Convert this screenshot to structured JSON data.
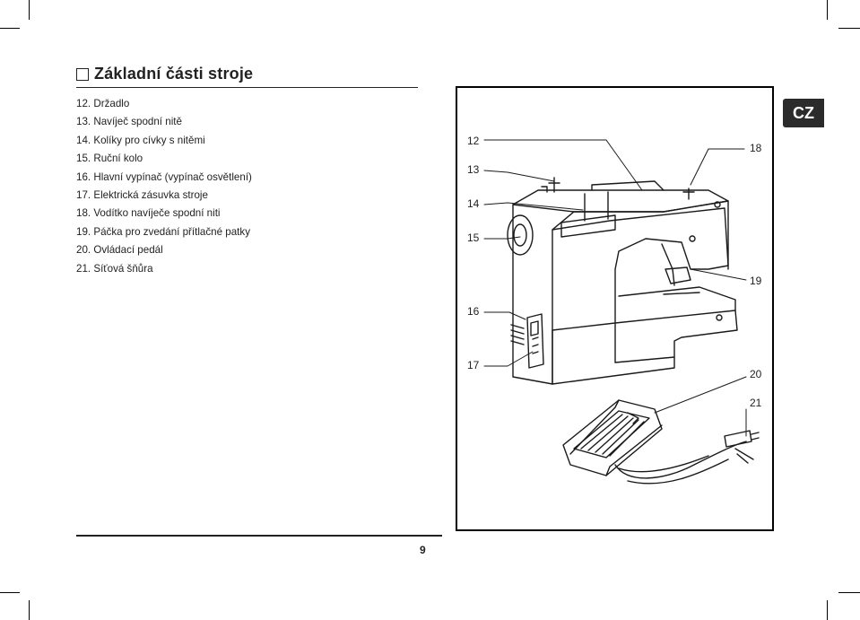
{
  "section": {
    "title": "Základní části stroje"
  },
  "parts": [
    "12. Držadlo",
    "13. Navíječ spodní nitě",
    "14. Kolíky pro cívky s nitěmi",
    "15. Ruční kolo",
    "16. Hlavní vypínač (vypínač osvětlení)",
    "17. Elektrická zásuvka stroje",
    "18. Vodítko navíječe spodní niti",
    "19. Páčka pro zvedání přítlačné patky",
    "20. Ovládací pedál",
    "21. Síťová šňůra"
  ],
  "figure": {
    "callouts": [
      "12",
      "13",
      "14",
      "15",
      "16",
      "17",
      "18",
      "19",
      "20",
      "21"
    ]
  },
  "language_tab": "CZ",
  "page_number": "9"
}
